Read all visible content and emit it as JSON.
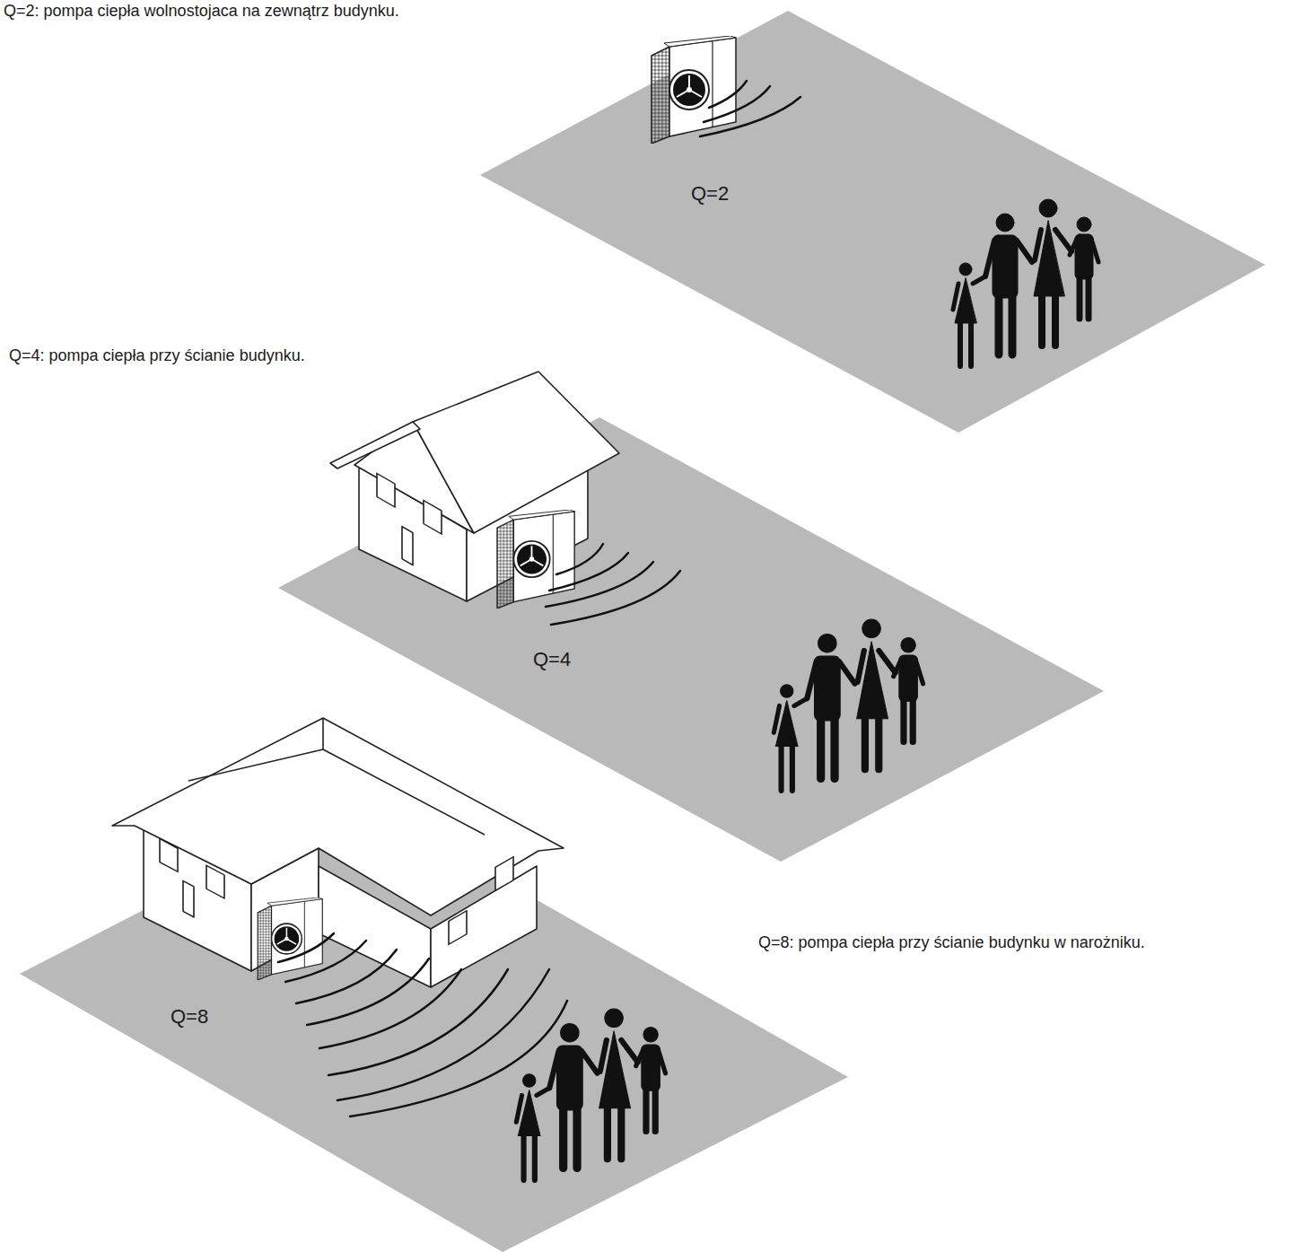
{
  "diagram": {
    "labels": [
      "Q=2: pompa ciepła wolnostojaca na zewnątrz budynku.",
      "Q=2",
      "Q=4: pompa ciepła przy ścianie budynku.",
      "Q=4",
      "Q=8: pompa ciepła przy ścianie budynku w narożniku.",
      "Q=8"
    ]
  }
}
